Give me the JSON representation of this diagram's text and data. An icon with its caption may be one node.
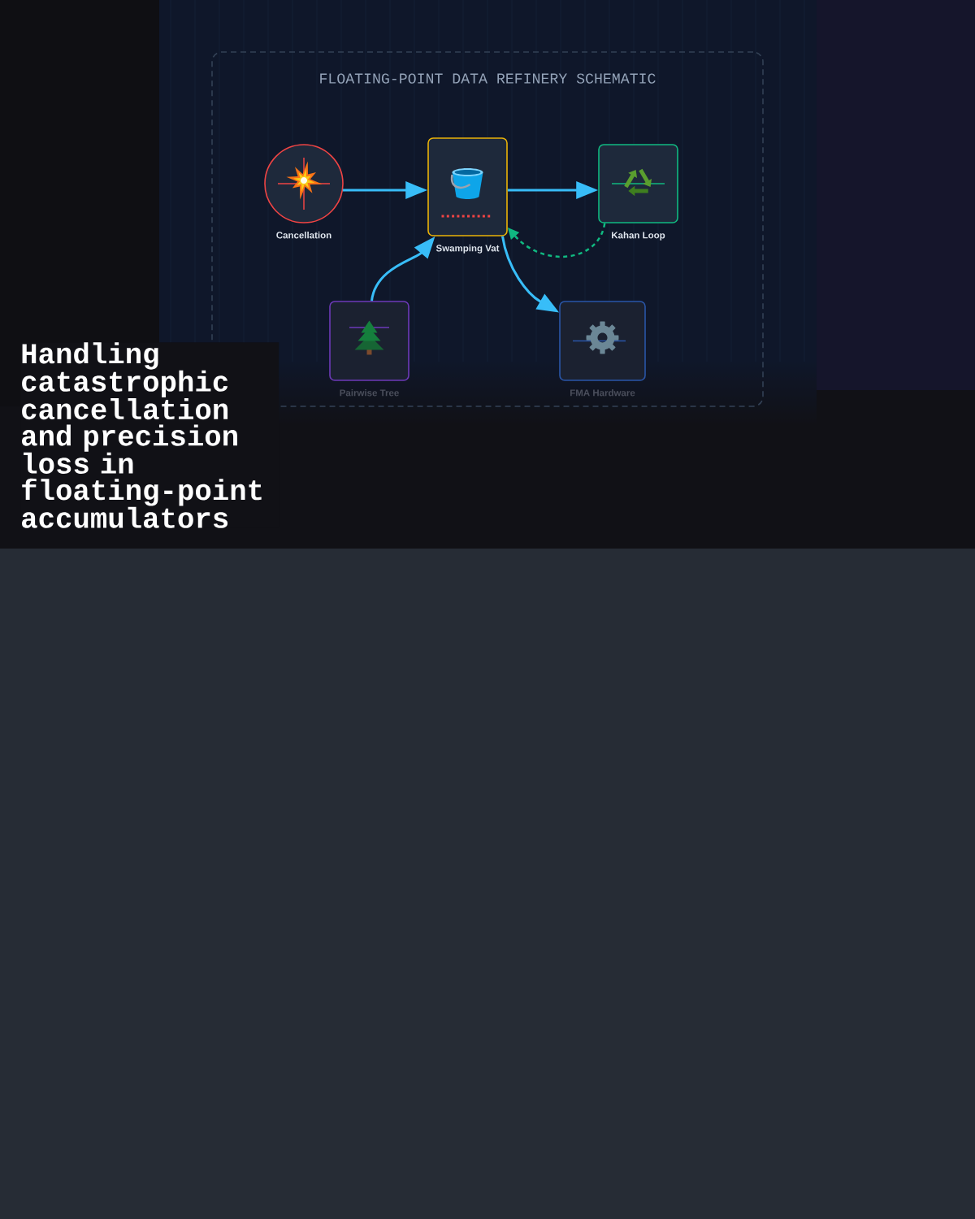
{
  "diagram": {
    "title": "Handling catastrophic cancellation and precision loss in floating-point accumulators",
    "nodes": [
      {
        "text": [
          "FLOATING-POINT DATA REFINERY SCHEMATIC"
        ]
      },
      {
        "text": [
          "Cancellation"
        ],
        "in": 0
      },
      {
        "text": [
          "Swamping Vat"
        ],
        "in": 0
      },
      {
        "text": [
          "Kahan Loop"
        ],
        "in": 0
      },
      {
        "text": [
          "Pairwise Tree"
        ],
        "in": 0
      },
      {
        "text": [
          "FMA Hardware"
        ],
        "in": 0
      }
    ],
    "edges": [
      {
        "from": 1,
        "to": 2,
        "arrow": "to"
      },
      {
        "from": 2,
        "to": 3,
        "arrow": "to"
      },
      {
        "from": 4,
        "to": 2,
        "arrow": "to"
      },
      {
        "from": 2,
        "to": 5,
        "arrow": "to"
      },
      {
        "from": 3,
        "to": 2,
        "arrow": "to",
        "style": "dashed",
        "color": "#10b981"
      }
    ]
  }
}
